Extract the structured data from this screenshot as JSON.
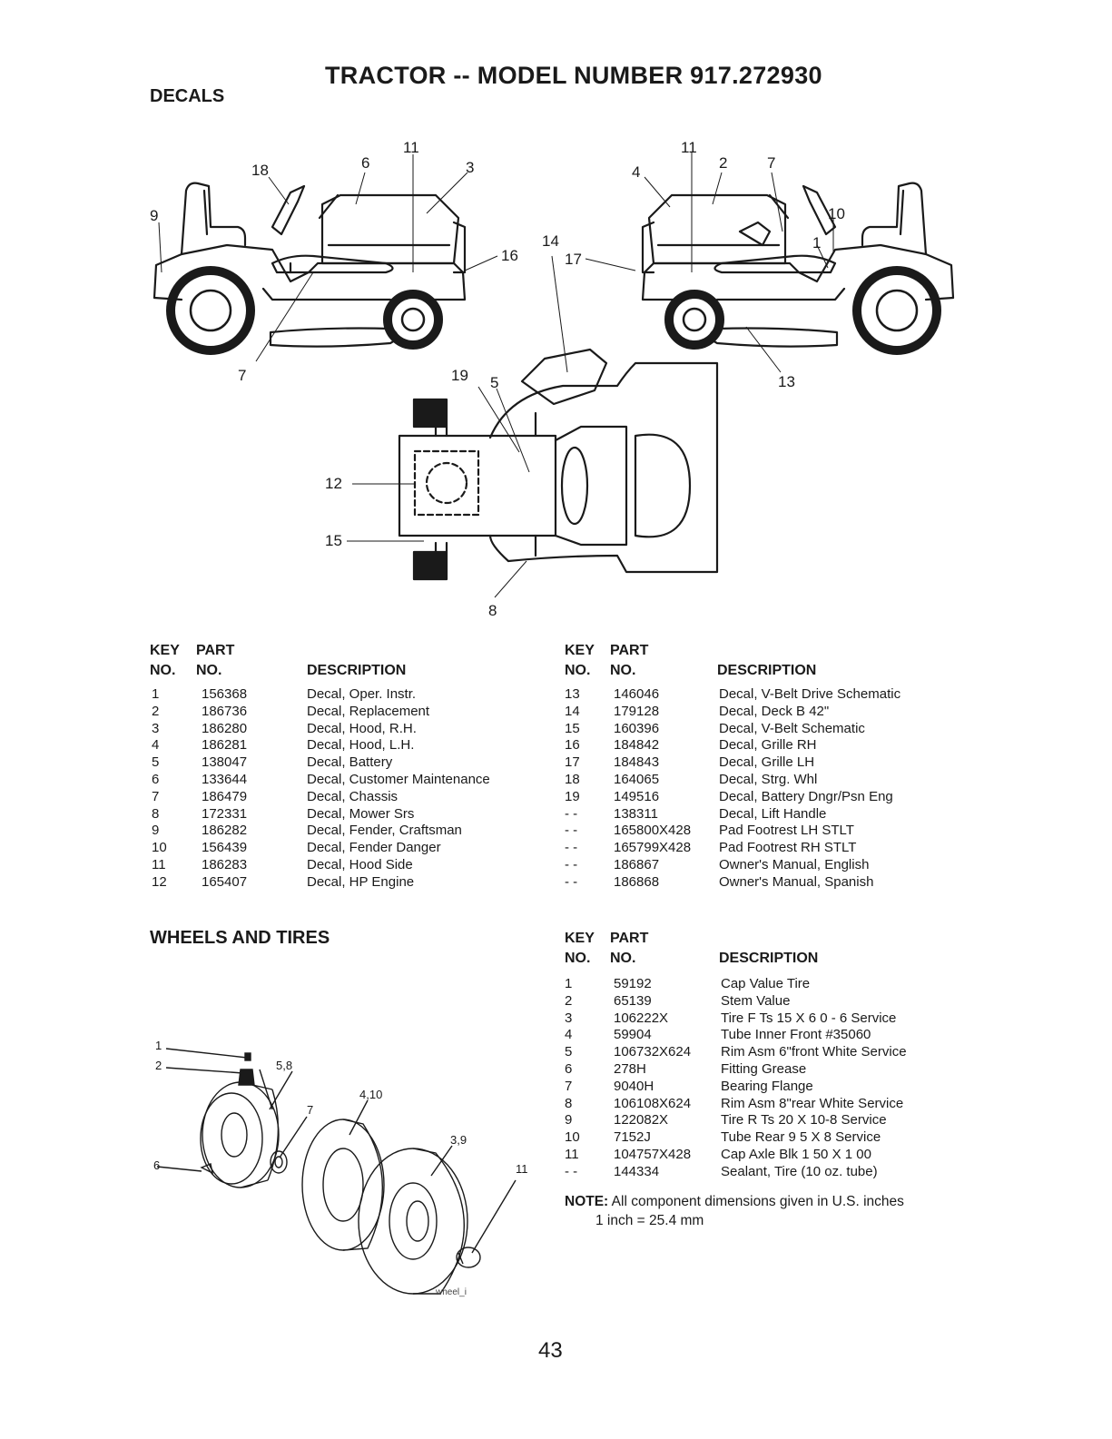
{
  "header": {
    "title": "TRACTOR -- MODEL NUMBER 917.272930",
    "section_decals": "DECALS",
    "section_wheels": "WHEELS AND TIRES"
  },
  "decal_diagram": {
    "callouts": [
      "18",
      "6",
      "11",
      "3",
      "9",
      "16",
      "7",
      "11",
      "4",
      "2",
      "7",
      "10",
      "1",
      "17",
      "14",
      "13",
      "19",
      "5",
      "12",
      "15",
      "8"
    ]
  },
  "wheel_diagram": {
    "callouts": [
      "1",
      "2",
      "5,8",
      "4,10",
      "7",
      "3,9",
      "11",
      "6"
    ],
    "caption": "wheel_i"
  },
  "table_headers": {
    "key": "KEY",
    "part": "PART",
    "no": "NO.",
    "no2": "NO.",
    "description": "DESCRIPTION"
  },
  "decals_left": [
    {
      "key": "1",
      "part": "156368",
      "desc": "Decal, Oper. Instr."
    },
    {
      "key": "2",
      "part": "186736",
      "desc": "Decal, Replacement"
    },
    {
      "key": "3",
      "part": "186280",
      "desc": "Decal, Hood, R.H."
    },
    {
      "key": "4",
      "part": "186281",
      "desc": "Decal, Hood, L.H."
    },
    {
      "key": "5",
      "part": "138047",
      "desc": "Decal, Battery"
    },
    {
      "key": "6",
      "part": "133644",
      "desc": "Decal, Customer Maintenance"
    },
    {
      "key": "7",
      "part": "186479",
      "desc": "Decal, Chassis"
    },
    {
      "key": "8",
      "part": "172331",
      "desc": "Decal, Mower Srs"
    },
    {
      "key": "9",
      "part": "186282",
      "desc": "Decal, Fender, Craftsman"
    },
    {
      "key": "10",
      "part": "156439",
      "desc": "Decal, Fender Danger"
    },
    {
      "key": "11",
      "part": "186283",
      "desc": "Decal, Hood Side"
    },
    {
      "key": "12",
      "part": "165407",
      "desc": "Decal, HP Engine"
    }
  ],
  "decals_right": [
    {
      "key": "13",
      "part": "146046",
      "desc": "Decal, V-Belt Drive Schematic"
    },
    {
      "key": "14",
      "part": "179128",
      "desc": "Decal, Deck B 42\""
    },
    {
      "key": "15",
      "part": "160396",
      "desc": "Decal, V-Belt Schematic"
    },
    {
      "key": "16",
      "part": "184842",
      "desc": "Decal, Grille RH"
    },
    {
      "key": "17",
      "part": "184843",
      "desc": "Decal, Grille LH"
    },
    {
      "key": "18",
      "part": "164065",
      "desc": "Decal, Strg. Whl"
    },
    {
      "key": "19",
      "part": "149516",
      "desc": "Decal, Battery Dngr/Psn Eng"
    },
    {
      "key": "- -",
      "part": "138311",
      "desc": "Decal, Lift Handle"
    },
    {
      "key": "- -",
      "part": "165800X428",
      "desc": "Pad Footrest LH STLT"
    },
    {
      "key": "- -",
      "part": "165799X428",
      "desc": "Pad Footrest RH STLT"
    },
    {
      "key": "- -",
      "part": "186867",
      "desc": "Owner's Manual, English"
    },
    {
      "key": "- -",
      "part": "186868",
      "desc": "Owner's Manual, Spanish"
    }
  ],
  "wheels": [
    {
      "key": "1",
      "part": "59192",
      "desc": "Cap Value Tire"
    },
    {
      "key": "2",
      "part": "65139",
      "desc": "Stem Value"
    },
    {
      "key": "3",
      "part": "106222X",
      "desc": "Tire F Ts 15 X 6 0 - 6 Service"
    },
    {
      "key": "4",
      "part": "59904",
      "desc": "Tube Inner Front #35060"
    },
    {
      "key": "5",
      "part": "106732X624",
      "desc": "Rim Asm 6\"front White Service"
    },
    {
      "key": "6",
      "part": "278H",
      "desc": "Fitting Grease"
    },
    {
      "key": "7",
      "part": "9040H",
      "desc": "Bearing Flange"
    },
    {
      "key": "8",
      "part": "106108X624",
      "desc": "Rim Asm 8\"rear White Service"
    },
    {
      "key": "9",
      "part": "122082X",
      "desc": "Tire R Ts 20 X 10-8 Service"
    },
    {
      "key": "10",
      "part": "7152J",
      "desc": "Tube Rear 9 5 X 8 Service"
    },
    {
      "key": "11",
      "part": "104757X428",
      "desc": "Cap Axle Blk 1 50 X 1 00"
    },
    {
      "key": "- -",
      "part": "144334",
      "desc": "Sealant, Tire (10 oz. tube)"
    }
  ],
  "note": {
    "label": "NOTE:",
    "text": "All component dimensions given in U.S. inches",
    "conversion": "1 inch = 25.4 mm"
  },
  "page_number": "43"
}
